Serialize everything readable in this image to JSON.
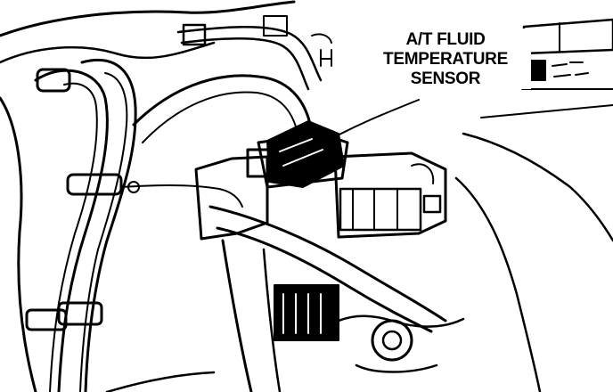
{
  "callout": {
    "line1": "A/T FLUID",
    "line2": "TEMPERATURE",
    "line3": "SENSOR"
  },
  "colors": {
    "ink": "#000000",
    "paper": "#ffffff"
  }
}
